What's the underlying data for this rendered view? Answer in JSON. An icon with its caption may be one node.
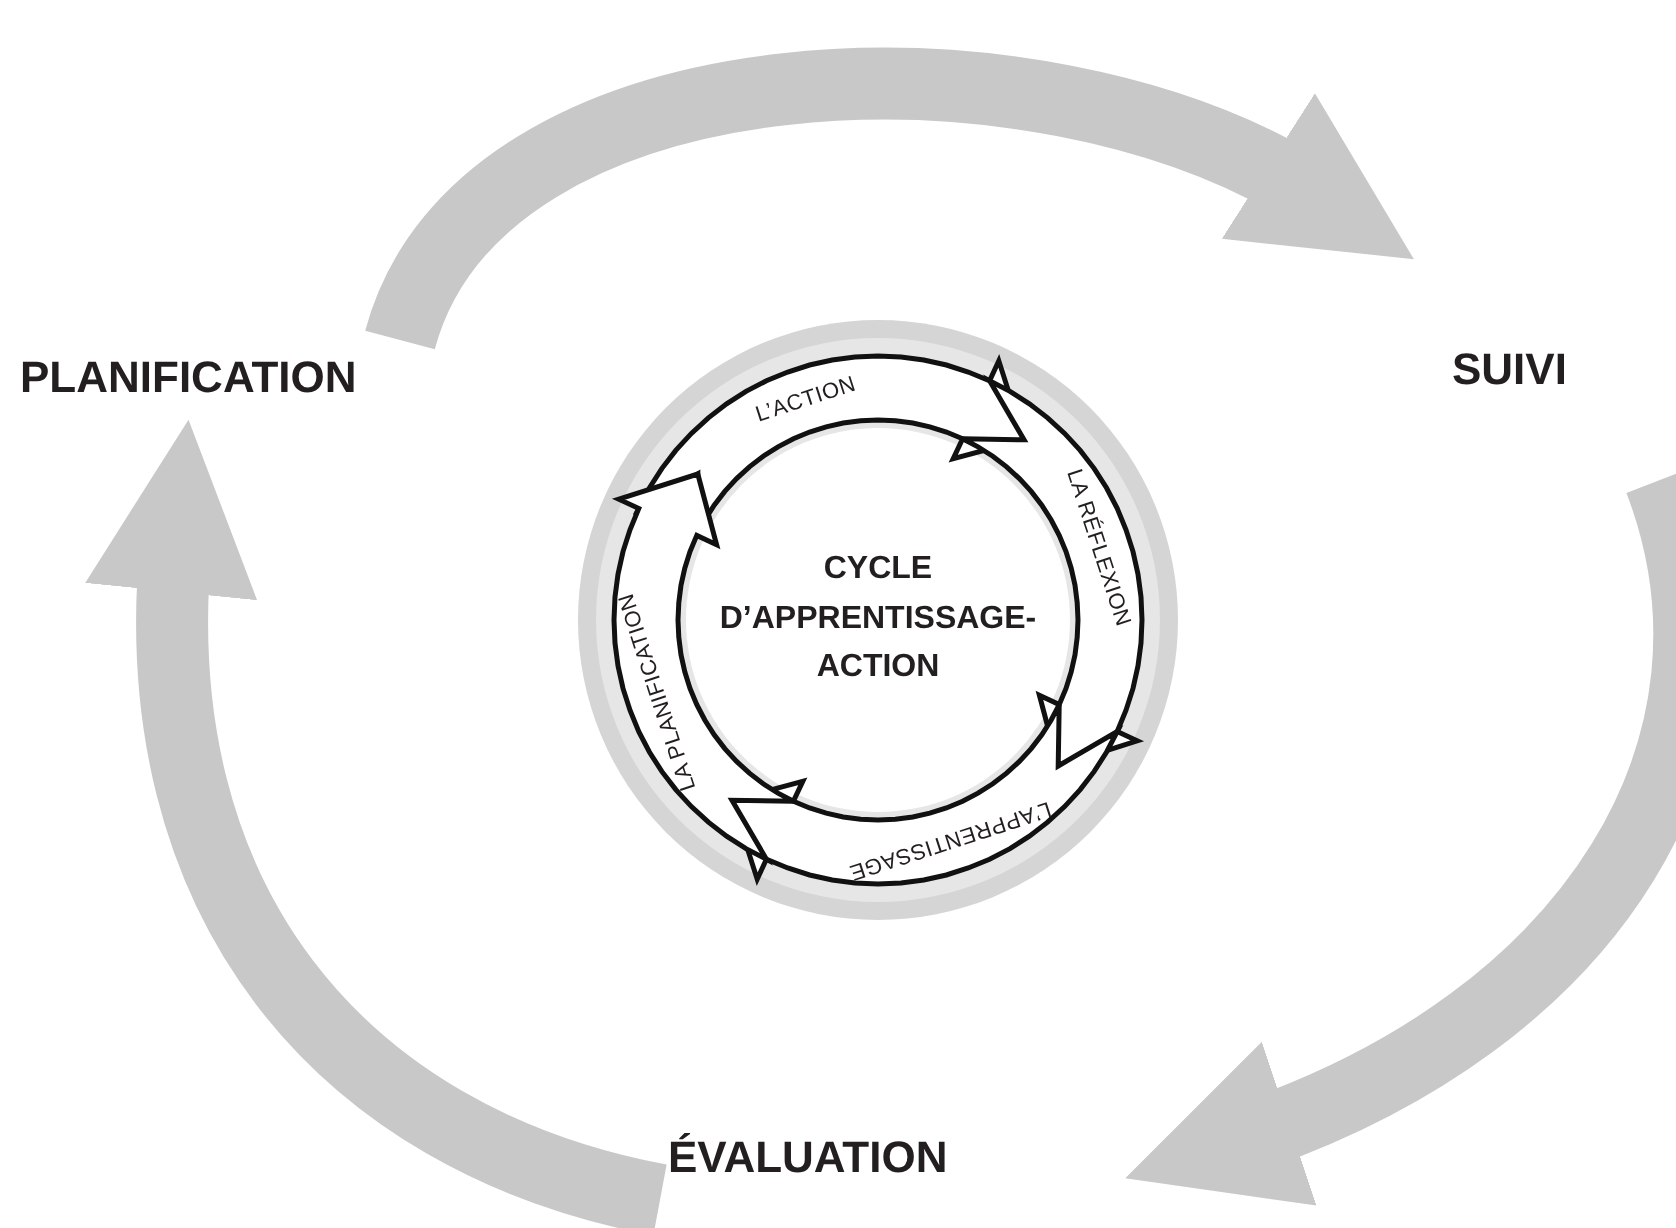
{
  "diagram": {
    "nodes": [
      {
        "text": [
          "PLANIFICATION"
        ]
      },
      {
        "text": [
          "SUIVI"
        ]
      },
      {
        "text": [
          "ÉVALUATION"
        ]
      },
      {
        "text": [
          "CYCLE D’APPRENTISSAGE-ACTION"
        ]
      },
      {
        "text": [
          "L’ACTION"
        ]
      },
      {
        "text": [
          "LA RÉFLEXION"
        ]
      },
      {
        "text": [
          "L’APPRENTISSAGE"
        ]
      },
      {
        "text": [
          "LA PLANIFICATION"
        ]
      }
    ],
    "edges": [
      {
        "from": 0,
        "to": 1,
        "arrow": "to"
      },
      {
        "from": 1,
        "to": 2,
        "arrow": "to"
      },
      {
        "from": 2,
        "to": 0,
        "arrow": "to"
      }
    ]
  }
}
